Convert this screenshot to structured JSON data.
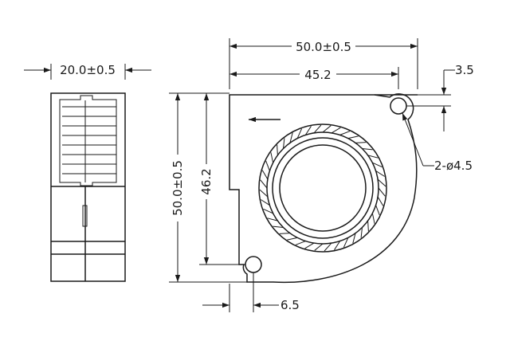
{
  "dimensions": {
    "side_width": "20.0±0.5",
    "front_width": "50.0±0.5",
    "mount_hole_span": "45.2",
    "height": "50.0±0.5",
    "mount_hole_height": "46.2",
    "hole_offset_top": "3.5",
    "hole_offset_bottom": "6.5",
    "hole_diameter": "2-ø4.5"
  },
  "colors": {
    "line": "#1a1a1a",
    "background": "#ffffff"
  }
}
